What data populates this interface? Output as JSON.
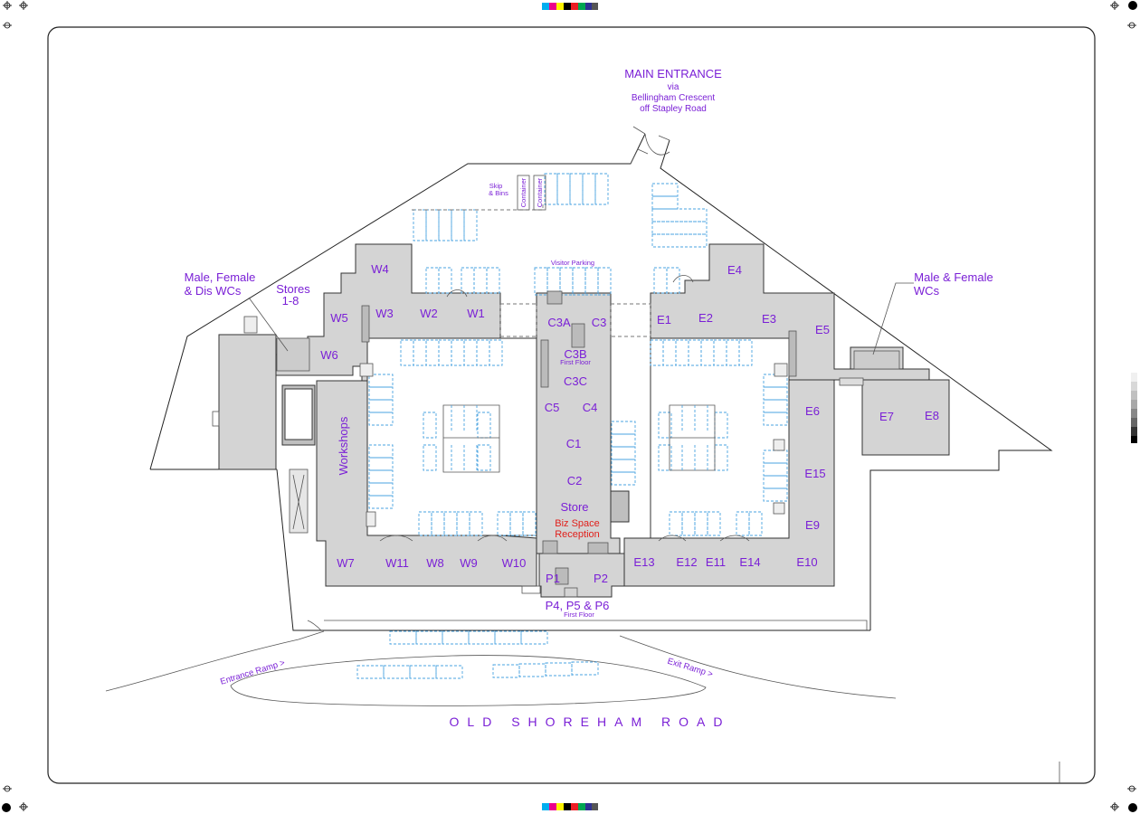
{
  "entrance": {
    "title": "MAIN ENTRANCE",
    "via": "via",
    "street": "Bellingham Crescent",
    "off": "off Stapley Road"
  },
  "annotations": {
    "west_wcs_line1": "Male, Female",
    "west_wcs_line2": "& Dis WCs",
    "east_wcs_line1": "Male & Female",
    "east_wcs_line2": "WCs",
    "stores_line1": "Stores",
    "stores_line2": "1-8",
    "skip_line1": "Skip",
    "skip_line2": "& Bins",
    "container": "Container",
    "visitor_parking": "Visitor Parking",
    "first_floor": "First Floor",
    "reception_line1": "Biz Space",
    "reception_line2": "Reception",
    "p456": "P4, P5 & P6",
    "entrance_ramp": "Entrance Ramp >",
    "exit_ramp": "Exit Ramp >",
    "road": "OLD SHOREHAM ROAD"
  },
  "units": {
    "w1": "W1",
    "w2": "W2",
    "w3": "W3",
    "w4": "W4",
    "w5": "W5",
    "w6": "W6",
    "w7": "W7",
    "w8": "W8",
    "w9": "W9",
    "w10": "W10",
    "w11": "W11",
    "workshops": "Workshops",
    "e1": "E1",
    "e2": "E2",
    "e3": "E3",
    "e4": "E4",
    "e5": "E5",
    "e6": "E6",
    "e7": "E7",
    "e8": "E8",
    "e9": "E9",
    "e10": "E10",
    "e11": "E11",
    "e12": "E12",
    "e13": "E13",
    "e14": "E14",
    "e15": "E15",
    "c1": "C1",
    "c2": "C2",
    "c3": "C3",
    "c3a": "C3A",
    "c3b": "C3B",
    "c3c": "C3C",
    "c4": "C4",
    "c5": "C5",
    "store": "Store",
    "p1": "P1",
    "p2": "P2"
  },
  "colors": {
    "label": "#7a1fd6",
    "reception": "#e0201b",
    "building": "#d4d4d4",
    "parking": "#4aa3e0"
  }
}
